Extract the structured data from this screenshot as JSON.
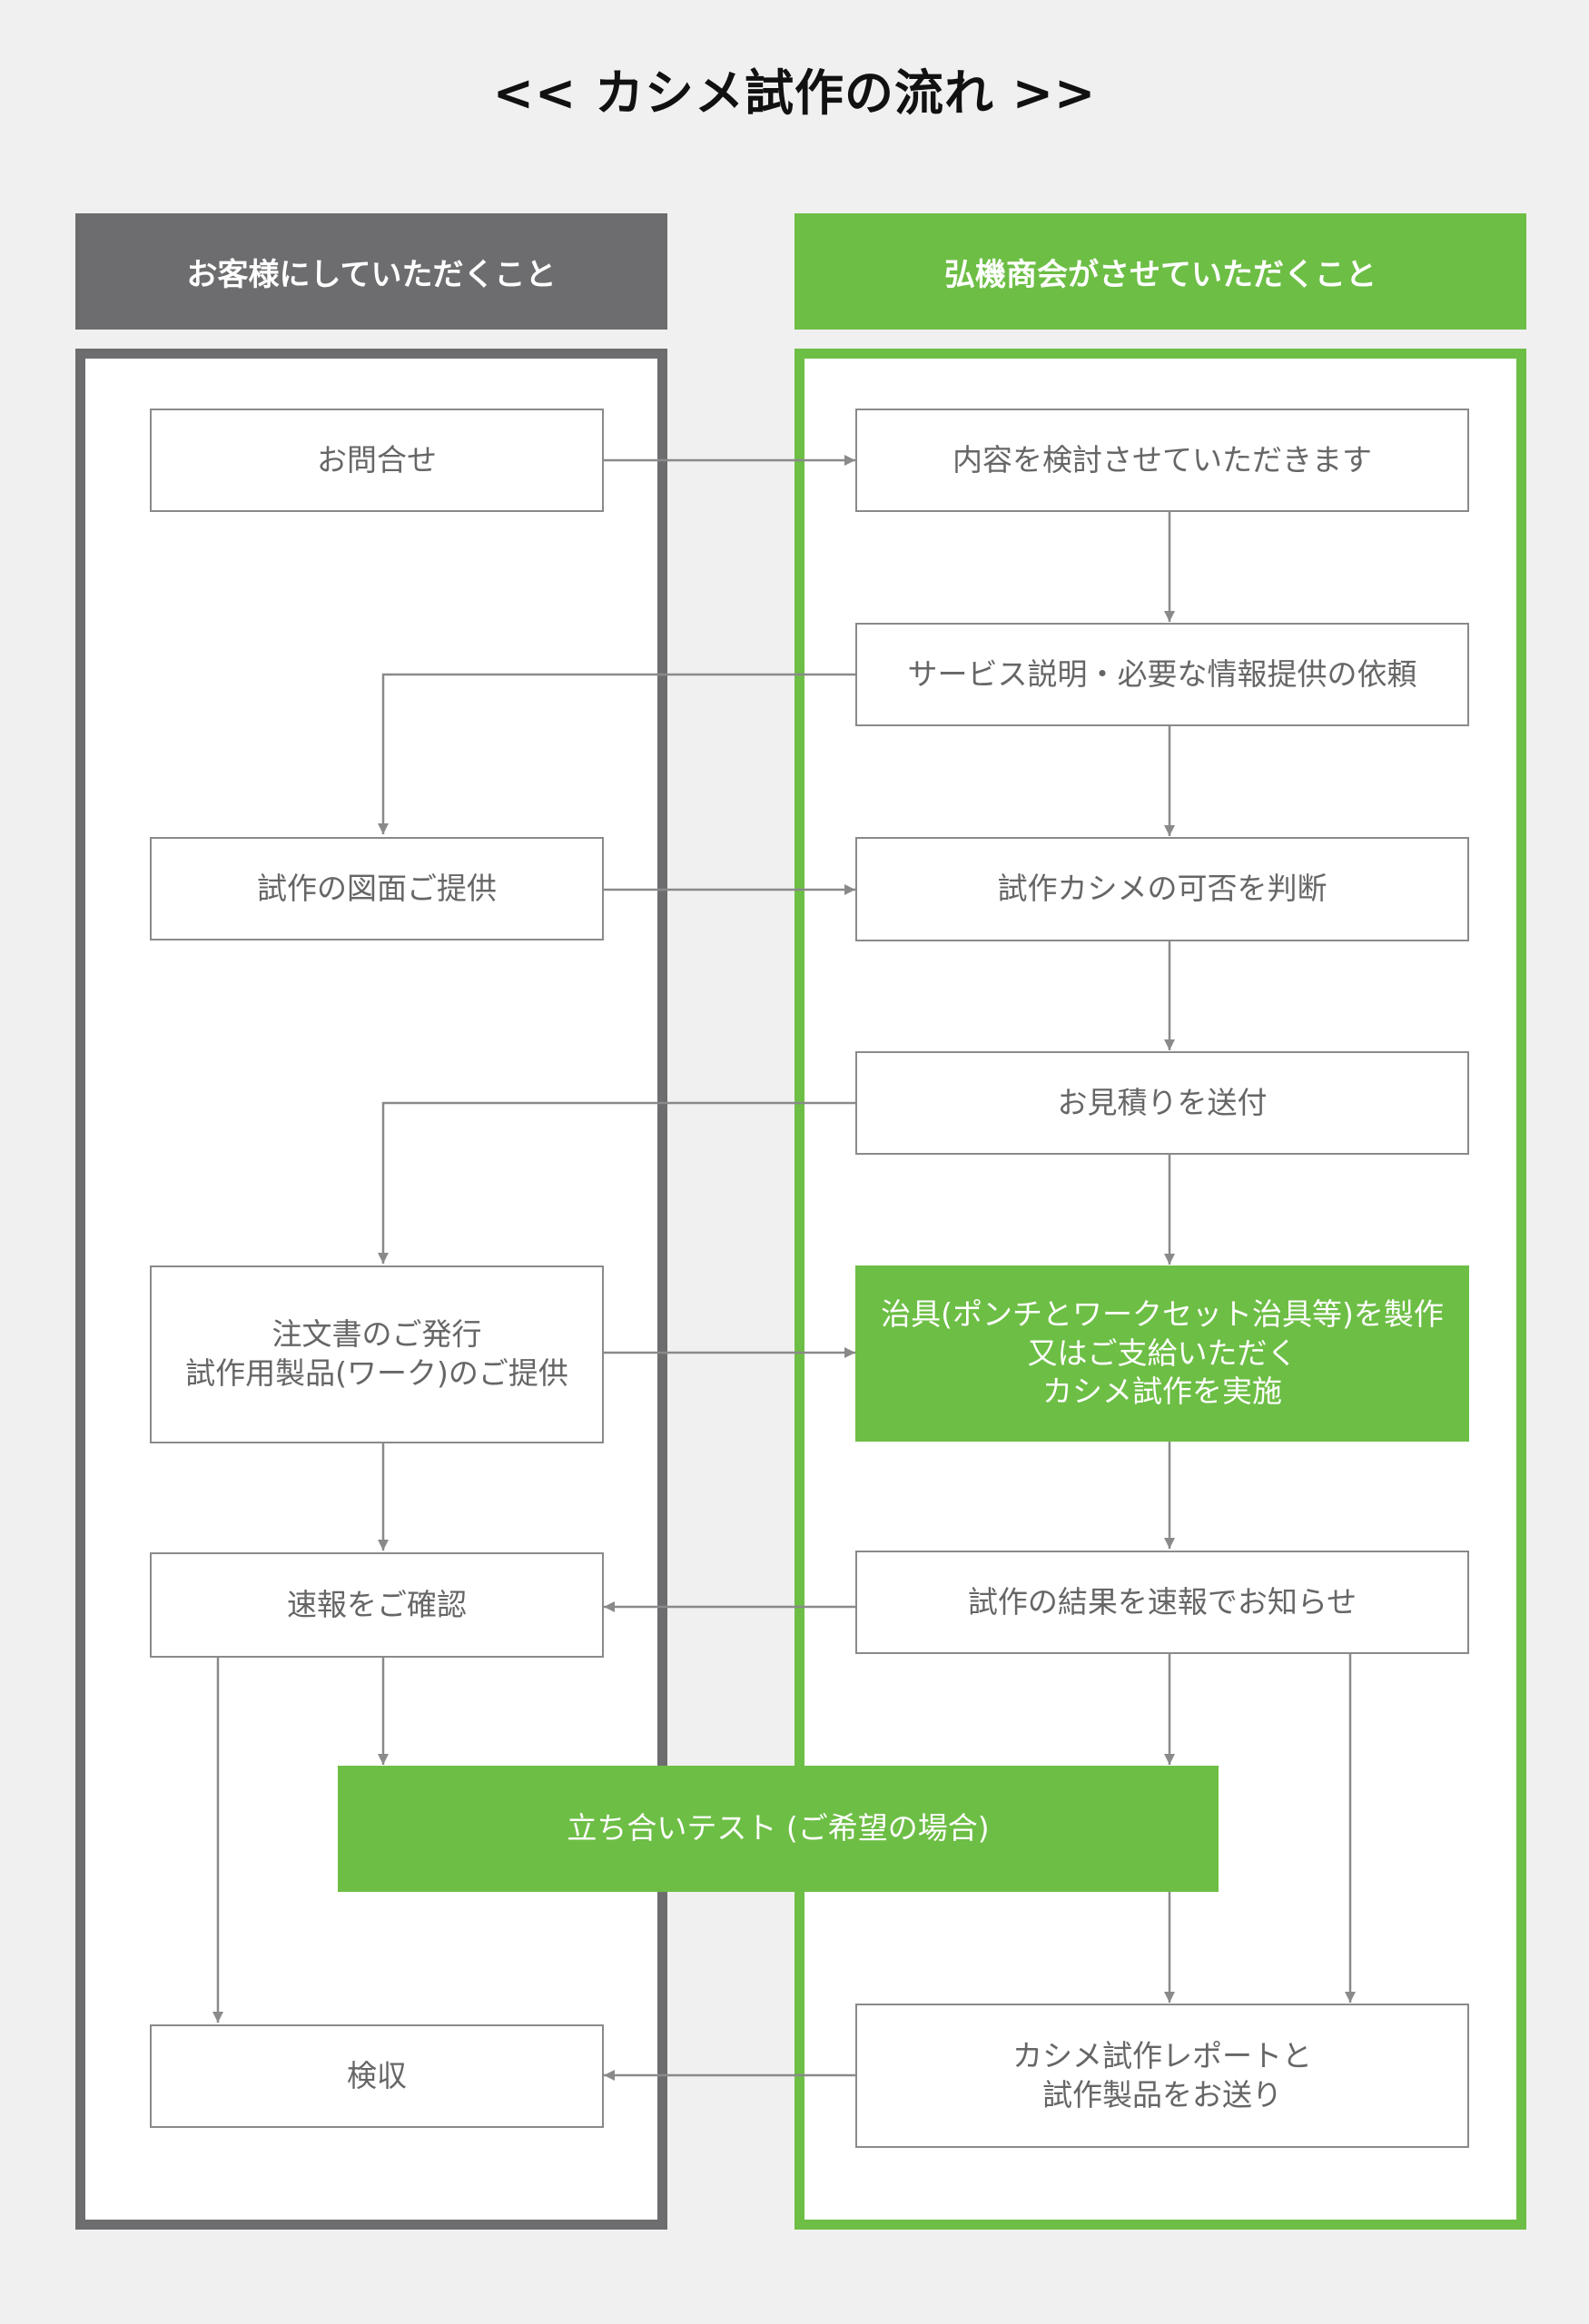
{
  "title": "<< カシメ試作の流れ >>",
  "columns": {
    "customer": "お客様にしていただくこと",
    "company": "弘機商会がさせていただくこと"
  },
  "steps": {
    "inquiry": "お問合せ",
    "review": "内容を検討させていただきます",
    "explain": "サービス説明・必要な情報提供の依頼",
    "drawing": "試作の図面ご提供",
    "judge": "試作カシメの可否を判断",
    "quote": "お見積りを送付",
    "order": "注文書のご発行\n試作用製品(ワーク)のご提供",
    "produce": "治具(ポンチとワークセット治具等)を製作\n又はご支給いただく\nカシメ試作を実施",
    "report_check": "速報をご確認",
    "report_send": "試作の結果を速報でお知らせ",
    "witness": "立ち合いテスト (ご希望の場合)",
    "acceptance": "検収",
    "deliver": "カシメ試作レポートと\n試作製品をお送り"
  },
  "colors": {
    "customer_accent": "#6d6d6f",
    "company_accent": "#6dbe45",
    "arrow": "#8a8a8a",
    "background": "#f0f0f0"
  }
}
